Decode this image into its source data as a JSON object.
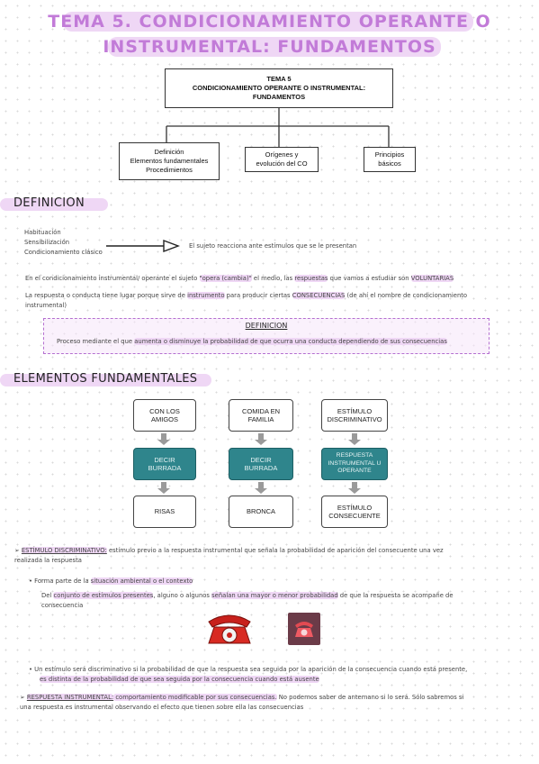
{
  "title": {
    "line1": "TEMA 5. CONDICIONAMIENTO OPERANTE O",
    "line2": "INSTRUMENTAL: FUNDAMENTOS"
  },
  "diagram": {
    "root_line1": "TEMA 5",
    "root_line2": "CONDICIONAMIENTO OPERANTE O INSTRUMENTAL:",
    "root_line3": "FUNDAMENTOS",
    "child1": [
      "Definición",
      "Elementos fundamentales",
      "Procedimientos"
    ],
    "child2": [
      "Orígenes y",
      "evolución del CO"
    ],
    "child3": [
      "Principios",
      "básicos"
    ]
  },
  "definicion": {
    "heading": "DEFINICION",
    "list": [
      "Habituación",
      "Sensibilización",
      "Condicionamiento clásico"
    ],
    "arrow_text": "El sujeto reacciona ante estímulos que se le presentan",
    "p1_a": "En el condicionamiento instrumental/ operante el sujeto ",
    "p1_b": "\"opera (cambia)\"",
    "p1_c": " el medio, las ",
    "p1_d": "respuestas",
    "p1_e": " que vamos a estudiar son ",
    "p1_f": "VOLUNTARIAS",
    "p2_a": "La respuesta o conducta tiene lugar porque sirve de ",
    "p2_b": "instrumento",
    "p2_c": " para producir ciertas ",
    "p2_d": "CONSECUENCIAS",
    "p2_e": " (de ahí el nombre de condicionamiento",
    "p2_f": "instrumental)",
    "box_title": "DEFINICION",
    "box_a": "Proceso mediante el que ",
    "box_b": "aumenta o disminuye la probabilidad de que ocurra una conducta dependiendo de sus consecuencias"
  },
  "elementos": {
    "heading": "ELEMENTOS FUNDAMENTALES",
    "col1": [
      "CON LOS AMIGOS",
      "DECIR BURRADA",
      "RISAS"
    ],
    "col2": [
      "COMIDA EN FAMILIA",
      "DECIR BURRADA",
      "BRONCA"
    ],
    "col3": [
      "ESTÍMULO DISCRIMINATIVO",
      "RESPUESTA INSTRUMENTAL U OPERANTE",
      "ESTÍMULO CONSECUENTE"
    ]
  },
  "notes": {
    "ed_label": "ESTÍMULO DISCRIMINATIVO:",
    "ed_text": " estímulo previo a la respuesta instrumental que señala la probabilidad de aparición del consecuente una vez",
    "ed_text2": "realizada la respuesta",
    "bullet1_a": "Forma parte de la ",
    "bullet1_b": "situación ambiental o el contexto",
    "sub1_a": "Del ",
    "sub1_b": "conjunto de estímulos presentes",
    "sub1_c": ", alguno o algunos ",
    "sub1_d": "señalan una mayor o menor probabilidad",
    "sub1_e": " de que la respuesta se acompañe de",
    "sub1_f": "consecuencia",
    "bullet2_a": "Un estímulo será discriminativo si la probabilidad de que la respuesta sea seguida por la aparición de la consecuencia cuando está presente,",
    "bullet2_b": "es distinta de la probabilidad de que sea seguida por la consecuencia cuando está ausente",
    "ri_label": "RESPUESTA INSTRUMENTAL:",
    "ri_text": " comportamiento modificable por sus consecuencias.",
    "ri_text2": " No podemos saber de antemano si lo será. Sólo sabremos si",
    "ri_text3": "una respuesta es instrumental observando el efecto que tienen sobre ella las consecuencias"
  },
  "icons": {
    "phone1": "red-rotary-phone-icon",
    "phone2": "phone-card-icon"
  }
}
